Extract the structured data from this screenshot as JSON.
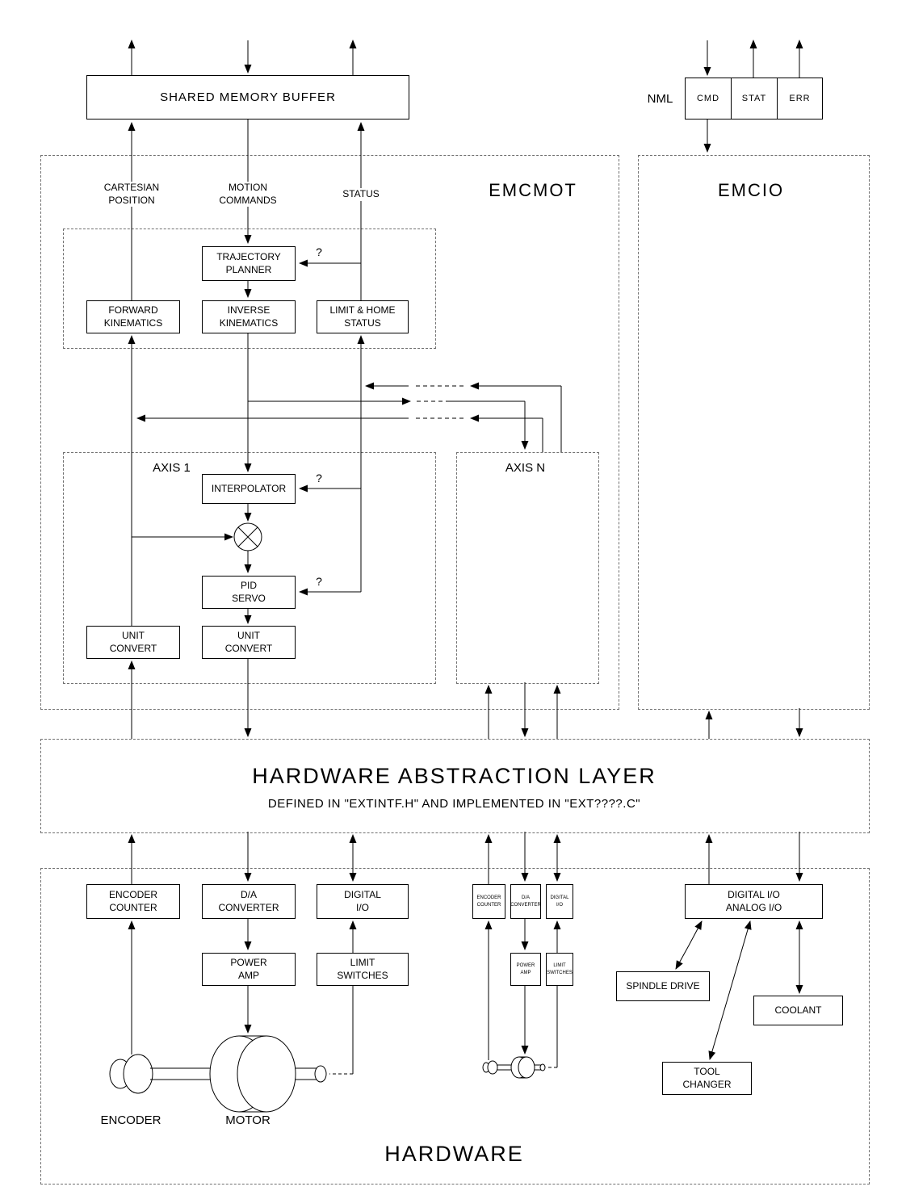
{
  "sections": {
    "emcmot": "EMCMOT",
    "emcio": "EMCIO",
    "hal_title": "HARDWARE ABSTRACTION LAYER",
    "hal_subtitle": "DEFINED IN \"EXTINTF.H\" AND IMPLEMENTED IN \"EXT????.C\"",
    "hardware": "HARDWARE"
  },
  "top": {
    "shared_memory_buffer": "SHARED MEMORY BUFFER",
    "nml": "NML",
    "cmd": "CMD",
    "stat": "STAT",
    "err": "ERR"
  },
  "emcmot": {
    "cartesian_position": "CARTESIAN\nPOSITION",
    "motion_commands": "MOTION\nCOMMANDS",
    "status": "STATUS",
    "trajectory_planner": "TRAJECTORY\nPLANNER",
    "forward_kinematics": "FORWARD\nKINEMATICS",
    "inverse_kinematics": "INVERSE\nKINEMATICS",
    "limit_home_status": "LIMIT & HOME\nSTATUS",
    "axis1": "AXIS 1",
    "axisn": "AXIS N",
    "interpolator": "INTERPOLATOR",
    "pid_servo": "PID\nSERVO",
    "unit_convert": "UNIT\nCONVERT",
    "question": "?"
  },
  "hardware": {
    "encoder_counter": "ENCODER\nCOUNTER",
    "da_converter": "D/A\nCONVERTER",
    "digital_io": "DIGITAL\nI/O",
    "power_amp": "POWER\nAMP",
    "limit_switches": "LIMIT\nSWITCHES",
    "digital_analog_io": "DIGITAL I/O\nANALOG I/O",
    "spindle_drive": "SPINDLE DRIVE",
    "coolant": "COOLANT",
    "tool_changer": "TOOL\nCHANGER",
    "encoder": "ENCODER",
    "motor": "MOTOR"
  }
}
